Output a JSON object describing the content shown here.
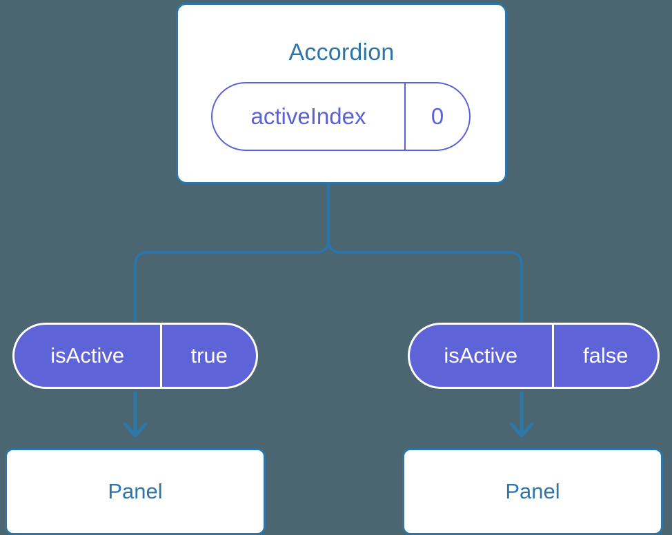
{
  "diagram": {
    "background_color": "#4b6670",
    "accent_blue": "#2d74a8",
    "accent_purple": "#5e63d8",
    "parent": {
      "title": "Accordion",
      "state_pill": {
        "key": "activeIndex",
        "value": "0",
        "style": "outline"
      }
    },
    "branches": [
      {
        "side": "left",
        "prop_pill": {
          "key": "isActive",
          "value": "true",
          "style": "filled"
        },
        "arrow": "down-arrow-icon",
        "child": {
          "title": "Panel"
        }
      },
      {
        "side": "right",
        "prop_pill": {
          "key": "isActive",
          "value": "false",
          "style": "filled"
        },
        "arrow": "down-arrow-icon",
        "child": {
          "title": "Panel"
        }
      }
    ]
  }
}
